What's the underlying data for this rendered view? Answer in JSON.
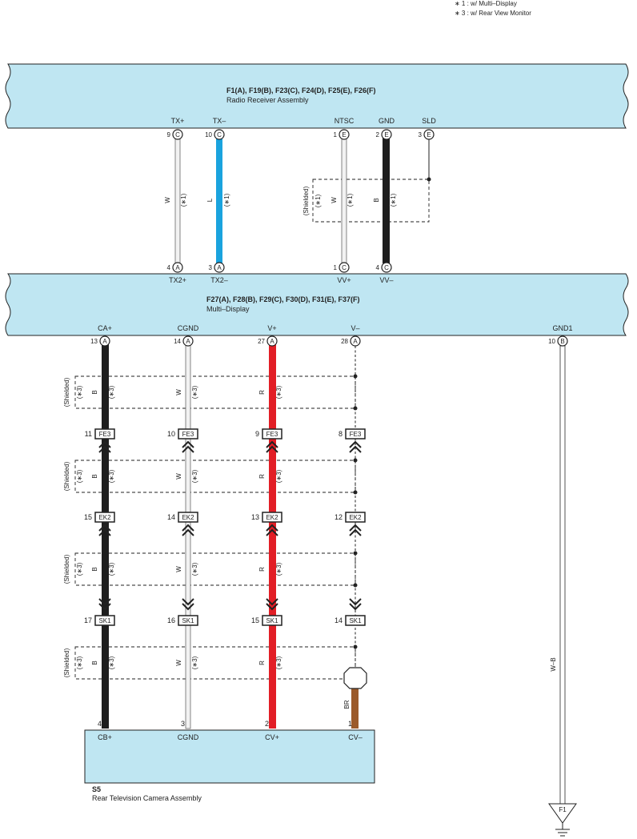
{
  "notes": [
    "∗ 1 : w/ Multi–Display",
    "∗ 3 : w/ Rear View Monitor"
  ],
  "colors": {
    "fill": "#bfe6f2",
    "W": "#f2f2f2",
    "L": "#1aa3de",
    "B": "#1e1e1e",
    "R": "#e21e26",
    "BR": "#9b5a2a",
    "WB": "#ffffff"
  },
  "radio": {
    "connectors": "F1(A), F19(B), F23(C), F24(D), F25(E), F26(F)",
    "name": "Radio Receiver Assembly",
    "pins": [
      {
        "label": "TX+",
        "num": "9",
        "letter": "C"
      },
      {
        "label": "TX–",
        "num": "10",
        "letter": "C"
      },
      {
        "label": "NTSC",
        "num": "1",
        "letter": "E"
      },
      {
        "label": "GND",
        "num": "2",
        "letter": "E"
      },
      {
        "label": "SLD",
        "num": "3",
        "letter": "E"
      }
    ]
  },
  "upper_wires": [
    {
      "color": "W",
      "note": "(∗1)"
    },
    {
      "color": "L",
      "note": "(∗1)"
    },
    {
      "color": "W",
      "note": "(∗1)"
    },
    {
      "color": "B",
      "note": "(∗1)"
    }
  ],
  "upper_shield": {
    "label": "(Shielded)",
    "note": "(∗1)"
  },
  "md_top_pins": [
    {
      "label": "TX2+",
      "num": "4",
      "letter": "A"
    },
    {
      "label": "TX2–",
      "num": "3",
      "letter": "A"
    },
    {
      "label": "VV+",
      "num": "1",
      "letter": "C"
    },
    {
      "label": "VV–",
      "num": "4",
      "letter": "C"
    }
  ],
  "multi": {
    "connectors": "F27(A), F28(B), F29(C), F30(D), F31(E), F37(F)",
    "name": "Multi–Display",
    "pins": [
      {
        "label": "CA+",
        "num": "13",
        "letter": "A"
      },
      {
        "label": "CGND",
        "num": "14",
        "letter": "A"
      },
      {
        "label": "V+",
        "num": "27",
        "letter": "A"
      },
      {
        "label": "V–",
        "num": "28",
        "letter": "A"
      },
      {
        "label": "GND1",
        "num": "10",
        "letter": "B"
      }
    ]
  },
  "lower_wires": [
    {
      "color": "B",
      "note": "(∗3)"
    },
    {
      "color": "W",
      "note": "(∗3)"
    },
    {
      "color": "R",
      "note": "(∗3)"
    }
  ],
  "lower_shield": {
    "label": "(Shielded)",
    "note": "(∗3)"
  },
  "fe3": {
    "name": "FE3",
    "nums": [
      "11",
      "10",
      "9",
      "8"
    ]
  },
  "ek2": {
    "name": "EK2",
    "nums": [
      "15",
      "14",
      "13",
      "12"
    ]
  },
  "sk1": {
    "name": "SK1",
    "nums": [
      "17",
      "16",
      "15",
      "14"
    ]
  },
  "camera": {
    "code": "S5",
    "name": "Rear Television Camera Assembly",
    "pins": [
      {
        "label": "CB+",
        "num": "4"
      },
      {
        "label": "CGND",
        "num": "3"
      },
      {
        "label": "CV+",
        "num": "2"
      },
      {
        "label": "CV–",
        "num": "1"
      }
    ],
    "br_label": "BR"
  },
  "ground": {
    "wire": "W–B",
    "label": "F1"
  }
}
